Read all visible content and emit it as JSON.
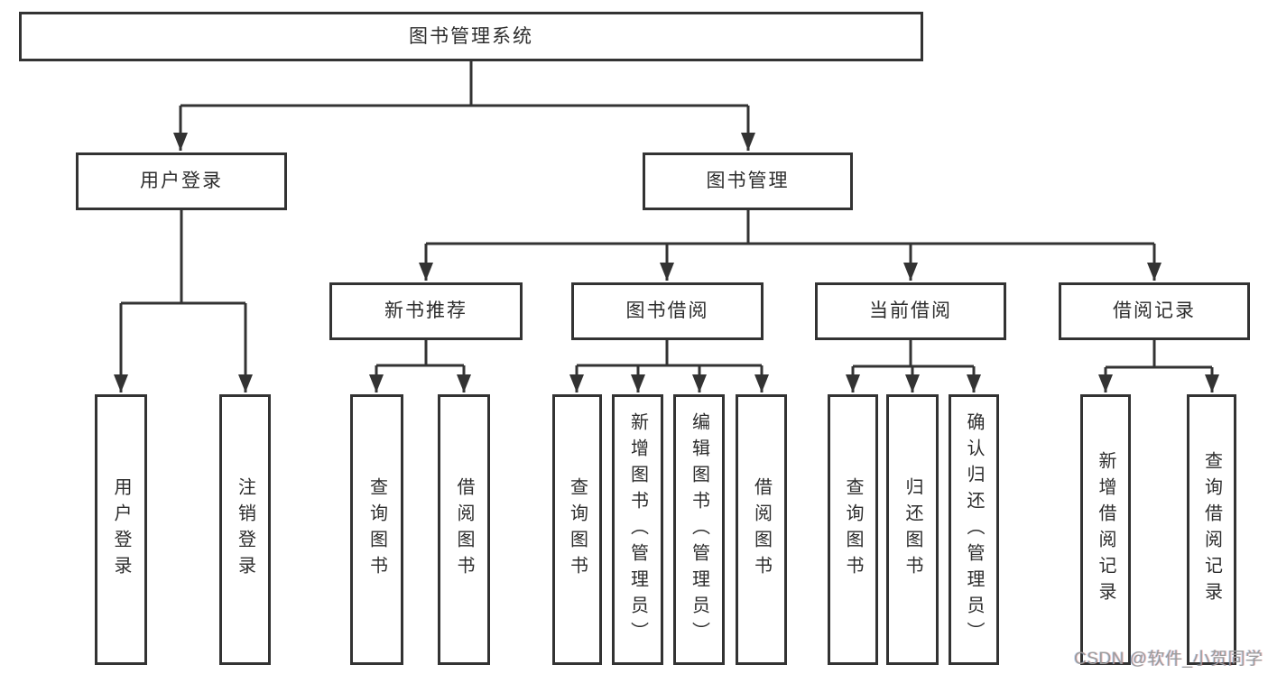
{
  "colors": {
    "line": "#333333",
    "node_border": "#333333",
    "node_background": "#ffffff",
    "canvas_background": "#ffffff",
    "text": "#2d2d2d",
    "watermark": "#9b9b9b"
  },
  "watermark": {
    "text": "CSDN @软件_小贺同学"
  },
  "tree": {
    "root": {
      "label": "图书管理系统",
      "children": [
        {
          "label": "用户登录",
          "children": [
            {
              "label": "用户登录"
            },
            {
              "label": "注销登录"
            }
          ]
        },
        {
          "label": "图书管理",
          "children": [
            {
              "label": "新书推荐",
              "children": [
                {
                  "label": "查询图书"
                },
                {
                  "label": "借阅图书"
                }
              ]
            },
            {
              "label": "图书借阅",
              "children": [
                {
                  "label": "查询图书"
                },
                {
                  "label": "新增图书（管理员）"
                },
                {
                  "label": "编辑图书（管理员）"
                },
                {
                  "label": "借阅图书"
                }
              ]
            },
            {
              "label": "当前借阅",
              "children": [
                {
                  "label": "查询图书"
                },
                {
                  "label": "归还图书"
                },
                {
                  "label": "确认归还（管理员）"
                }
              ]
            },
            {
              "label": "借阅记录",
              "children": [
                {
                  "label": "新增借阅记录"
                },
                {
                  "label": "查询借阅记录"
                }
              ]
            }
          ]
        }
      ]
    }
  }
}
